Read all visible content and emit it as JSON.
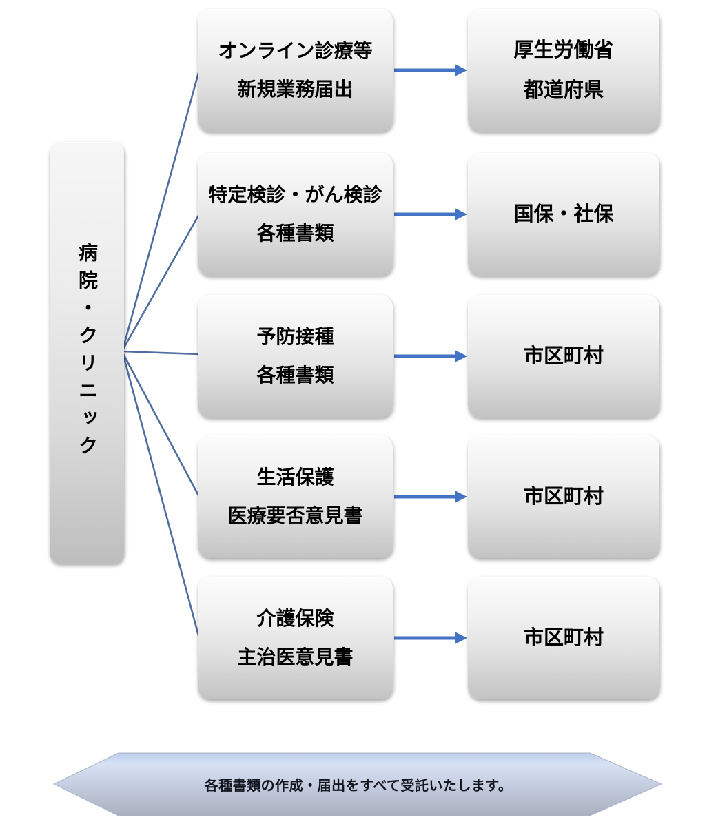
{
  "diagram": {
    "source": {
      "label": "病院・クリニック"
    },
    "rows": [
      {
        "doc": {
          "lines": [
            "オンライン診療等",
            "新規業務届出"
          ]
        },
        "dest": {
          "lines": [
            "厚生労働省",
            "都道府県"
          ]
        }
      },
      {
        "doc": {
          "lines": [
            "特定検診・がん検診",
            "各種書類"
          ]
        },
        "dest": {
          "lines": [
            "国保・社保"
          ]
        }
      },
      {
        "doc": {
          "lines": [
            "予防接種",
            "各種書類"
          ]
        },
        "dest": {
          "lines": [
            "市区町村"
          ]
        }
      },
      {
        "doc": {
          "lines": [
            "生活保護",
            "医療要否意見書"
          ]
        },
        "dest": {
          "lines": [
            "市区町村"
          ]
        }
      },
      {
        "doc": {
          "lines": [
            "介護保険",
            "主治医意見書"
          ]
        },
        "dest": {
          "lines": [
            "市区町村"
          ]
        }
      }
    ],
    "banner": {
      "text": "各種書類の作成・届出をすべて受託いたします。"
    },
    "colors": {
      "arrow_blue": "#4472c4",
      "fan_line_blue": "#4e6d9e",
      "box_gradient_top": "#fcfcfc",
      "box_gradient_bottom": "#c3c3c3",
      "banner_gradient_top": "#d3e0f5",
      "banner_gradient_bottom": "#aab1bf",
      "text_color": "#000000"
    }
  }
}
